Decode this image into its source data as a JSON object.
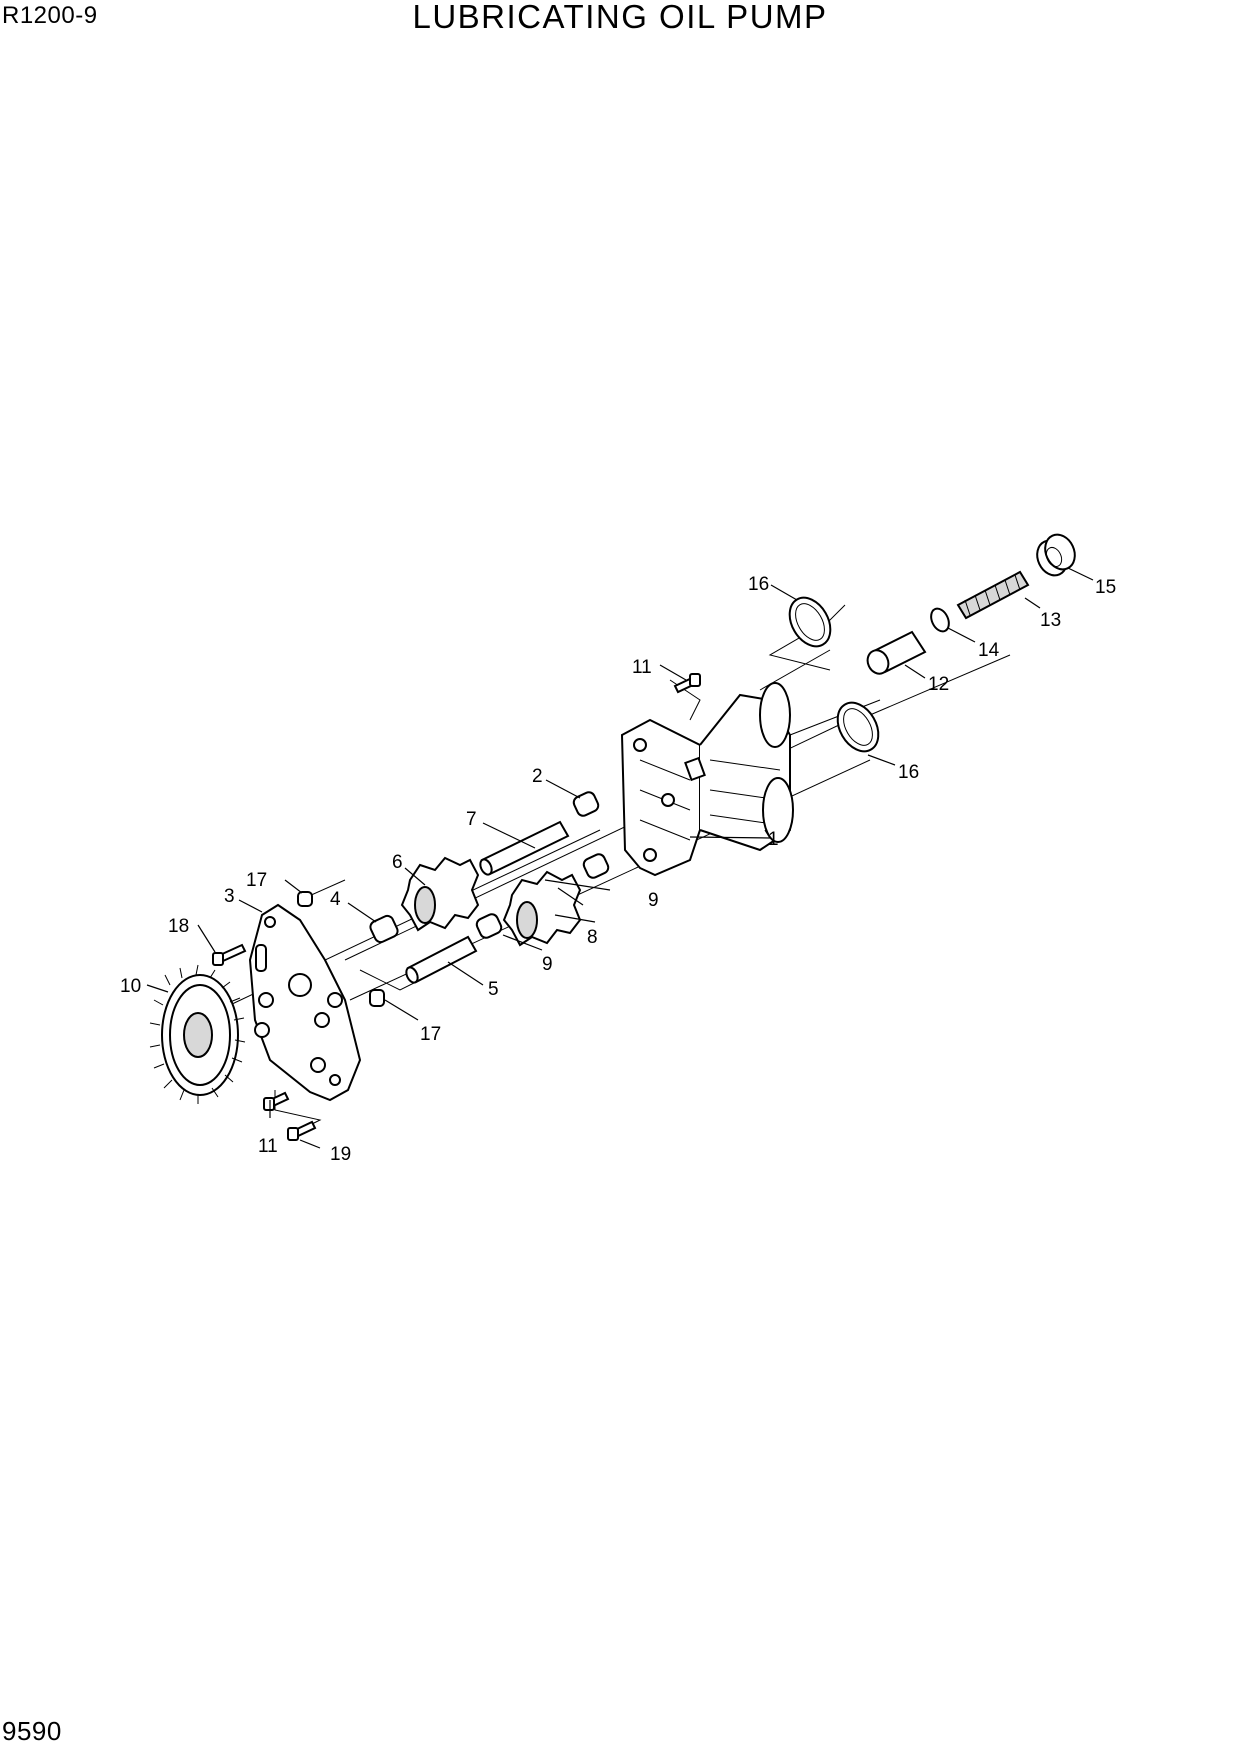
{
  "header": {
    "model": "R1200-9",
    "title": "LUBRICATING OIL PUMP"
  },
  "footer": {
    "page_number": "9590"
  },
  "callouts": {
    "c1": "1",
    "c2": "2",
    "c3": "3",
    "c4": "4",
    "c5": "5",
    "c6": "6",
    "c7": "7",
    "c8": "8",
    "c9a": "9",
    "c9b": "9",
    "c10": "10",
    "c11a": "11",
    "c11b": "11",
    "c12": "12",
    "c13": "13",
    "c14": "14",
    "c15": "15",
    "c16a": "16",
    "c16b": "16",
    "c17a": "17",
    "c17b": "17",
    "c18": "18",
    "c19": "19"
  }
}
